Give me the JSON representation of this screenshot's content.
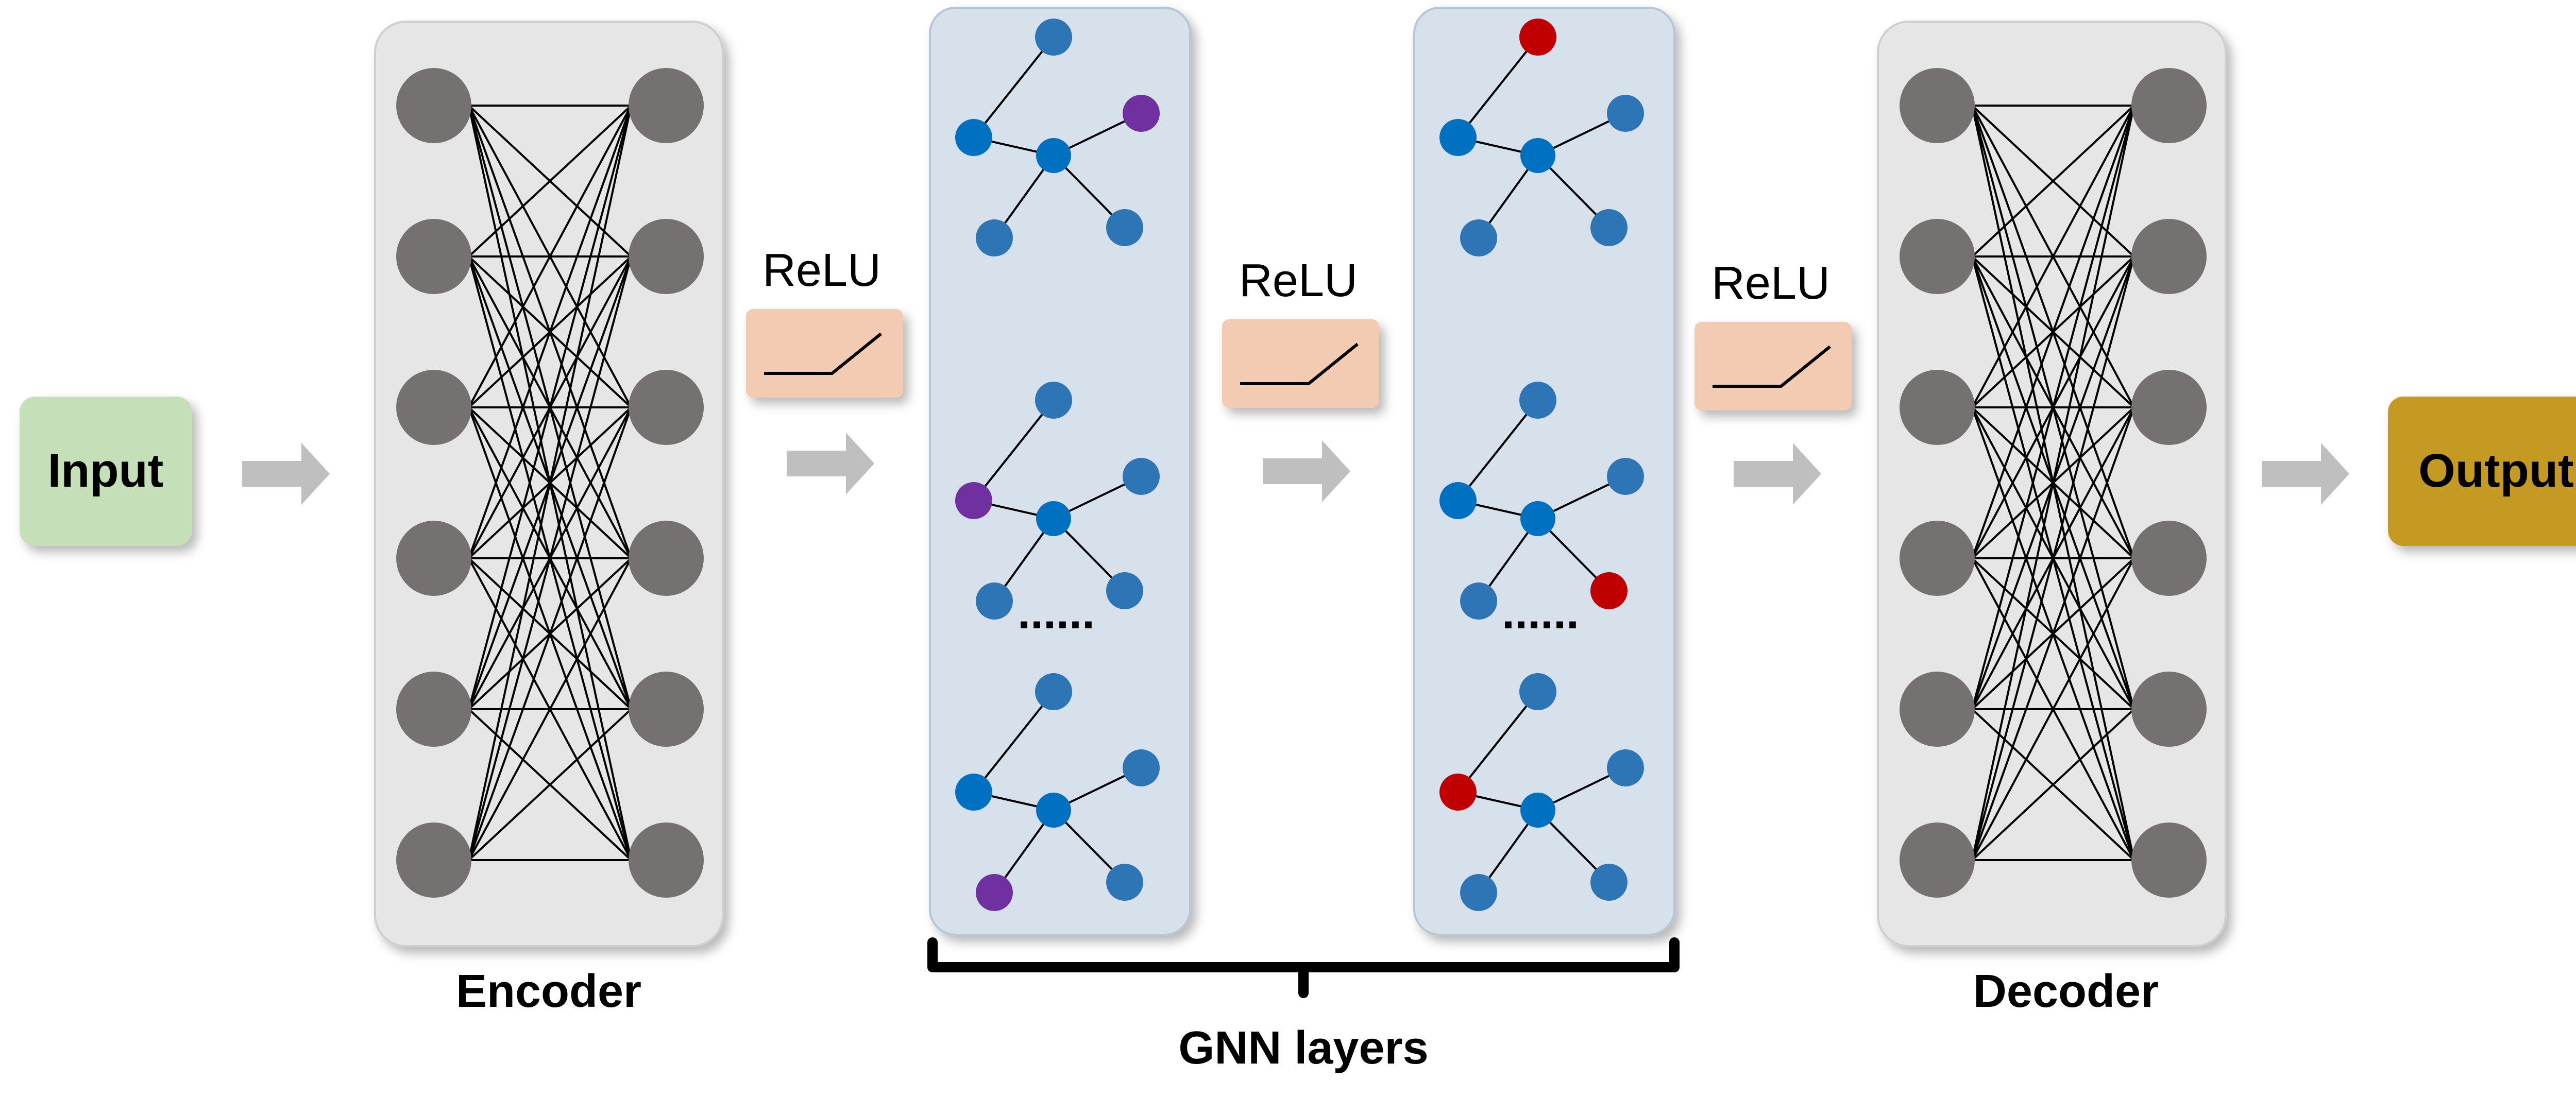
{
  "input": {
    "label": "Input",
    "color": "#c5dfb8"
  },
  "output": {
    "label": "Output",
    "color": "#c49a22"
  },
  "encoder": {
    "label": "Encoder",
    "neurons_per_column": 6
  },
  "decoder": {
    "label": "Decoder",
    "neurons_per_column": 6
  },
  "activations": [
    {
      "label": "ReLU"
    },
    {
      "label": "ReLU"
    },
    {
      "label": "ReLU"
    }
  ],
  "gnn": {
    "label": "GNN layers",
    "ellipsis": "......",
    "layers": [
      {
        "highlight_nodes": [
          "top-right",
          "left",
          "bottom-left"
        ]
      },
      {
        "highlight_nodes": [
          "top",
          "bottom-right",
          "left"
        ]
      }
    ]
  },
  "colors": {
    "neuron": "#767171",
    "layer_panel": "#e7e6e6",
    "gnn_panel": "#d6e1ec",
    "relu_box": "#f2cbb2",
    "arrow": "#bfbfbf",
    "node": "#2e75b6",
    "node_bright": "#0070c0",
    "highlight_purple": "#7030a0",
    "highlight_red": "#c00000"
  }
}
